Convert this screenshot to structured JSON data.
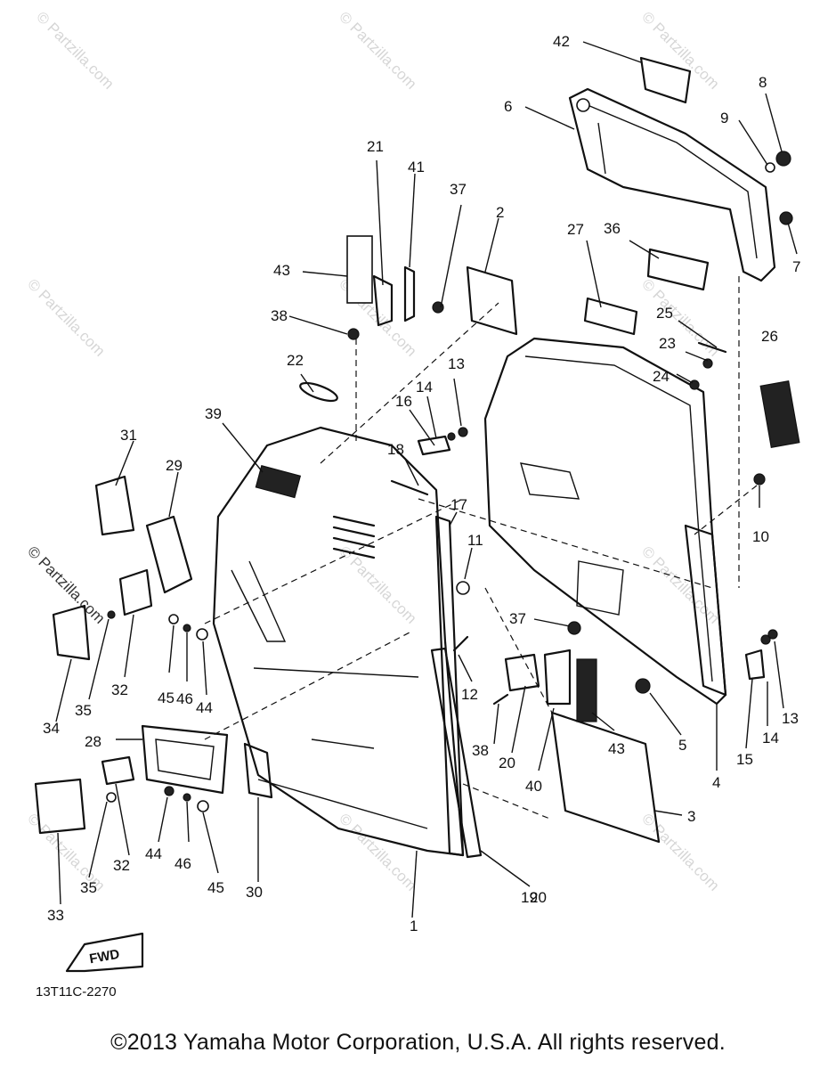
{
  "diagram": {
    "part_numbers": [
      "1",
      "2",
      "3",
      "4",
      "5",
      "6",
      "7",
      "8",
      "9",
      "10",
      "11",
      "12",
      "13",
      "14",
      "15",
      "16",
      "17",
      "18",
      "19",
      "20",
      "21",
      "22",
      "23",
      "24",
      "25",
      "26",
      "27",
      "28",
      "29",
      "30",
      "31",
      "32",
      "33",
      "34",
      "35",
      "36",
      "37",
      "38",
      "39",
      "40",
      "41",
      "42",
      "43",
      "44",
      "45",
      "46"
    ],
    "drawing_code": "13T11C-2270",
    "fwd_label": "FWD",
    "watermark": "© Partzilla.com"
  },
  "footer": {
    "copyright": "©2013 Yamaha Motor Corporation, U.S.A. All rights reserved."
  }
}
